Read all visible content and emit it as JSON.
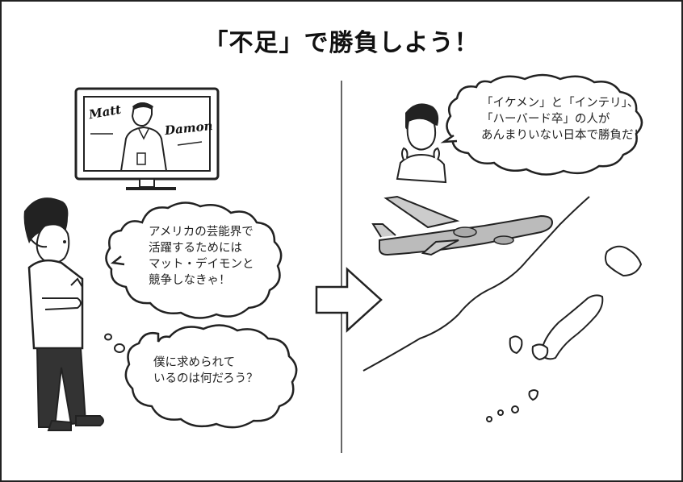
{
  "title": "「不足」で勝負しよう！",
  "left_panel": {
    "tv_caption_1": "Matt",
    "tv_caption_2": "Damon",
    "bubble_speech": [
      "アメリカの芸能界で",
      "活躍するためには",
      "マット・デイモンと",
      "競争しなきゃ！"
    ],
    "bubble_thought": [
      "僕に求められて",
      "いるのは何だろう？"
    ]
  },
  "right_panel": {
    "bubble_speech": [
      "「イケメン」と「インテリ」、",
      "「ハーバード卒」の人が",
      "あんまりいない日本で勝負だ！"
    ]
  }
}
